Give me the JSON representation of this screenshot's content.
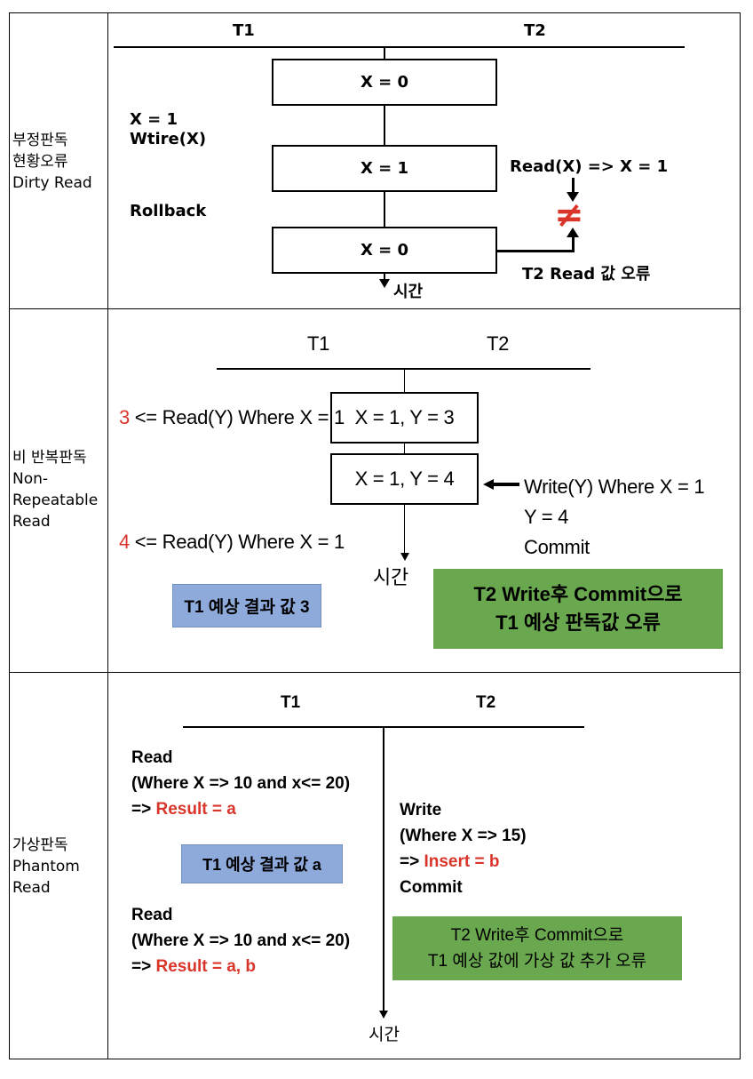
{
  "rows": [
    {
      "label_lines": [
        "부정판독",
        "현황오류",
        "Dirty Read"
      ],
      "diagram": {
        "t1": "T1",
        "t2": "T2",
        "boxes": [
          "X = 0",
          "X = 1",
          "X = 0"
        ],
        "t1_write": [
          "X = 1",
          "Wtire(X)"
        ],
        "t1_rollback": "Rollback",
        "t2_read": "Read(X) => X = 1",
        "not_equal": "≠",
        "error_text": "T2 Read 값 오류",
        "time": "시간"
      }
    },
    {
      "label_lines": [
        "비 반복판독",
        "Non-",
        "Repeatable",
        "Read"
      ],
      "diagram": {
        "t1": "T1",
        "t2": "T2",
        "boxes": [
          "X = 1, Y = 3",
          "X = 1, Y = 4"
        ],
        "read1_value": "3",
        "read1_text": " <= Read(Y) Where X = 1",
        "read2_value": "4",
        "read2_text": " <= Read(Y) Where X = 1",
        "t2_write": [
          "Write(Y) Where X = 1",
          "Y = 4",
          "Commit"
        ],
        "time": "시간",
        "blue_note": "T1 예상 결과 값 3",
        "green_note": [
          "T2 Write후 Commit으로",
          "T1 예상 판독값 오류"
        ]
      }
    },
    {
      "label_lines": [
        "가상판독",
        "Phantom",
        "Read"
      ],
      "diagram": {
        "t1": "T1",
        "t2": "T2",
        "read1": [
          "Read",
          "(Where X => 10 and x<= 20)"
        ],
        "read1_prefix": "=> ",
        "read1_result": "Result = a",
        "blue_note": "T1 예상 결과 값 a",
        "read2": [
          "Read",
          "(Where X => 10 and x<= 20)"
        ],
        "read2_prefix": "=> ",
        "read2_result": "Result = a, b",
        "t2_write": [
          "Write",
          "(Where X => 15)"
        ],
        "t2_prefix": "=> ",
        "t2_insert": "Insert = b",
        "t2_commit": "Commit",
        "green_note": [
          "T2 Write후 Commit으로",
          "T1 예상 값에 가상 값 추가 오류"
        ],
        "time": "시간"
      }
    }
  ],
  "colors": {
    "red": "#d9352b",
    "blue_note": "#8eaadb",
    "green_note": "#6aa84f"
  }
}
